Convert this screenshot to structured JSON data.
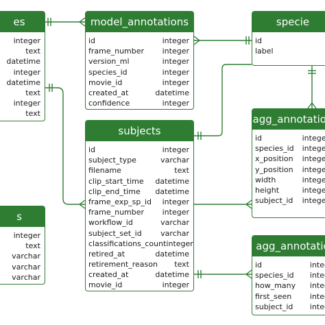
{
  "tables": {
    "left_top": {
      "title": "es",
      "rows": [
        {
          "name": "",
          "type": "integer"
        },
        {
          "name": "",
          "type": "text"
        },
        {
          "name": "",
          "type": "datetime"
        },
        {
          "name": "",
          "type": "integer"
        },
        {
          "name": "",
          "type": "datetime"
        },
        {
          "name": "",
          "type": "text"
        },
        {
          "name": "",
          "type": "integer"
        },
        {
          "name": "",
          "type": "text"
        }
      ]
    },
    "model_annotations": {
      "title": "model_annotations",
      "rows": [
        {
          "name": "id",
          "type": "integer"
        },
        {
          "name": "frame_number",
          "type": "integer"
        },
        {
          "name": "version_ml",
          "type": "integer"
        },
        {
          "name": "species_id",
          "type": "integer"
        },
        {
          "name": "movie_id",
          "type": "integer"
        },
        {
          "name": "created_at",
          "type": "datetime"
        },
        {
          "name": "confidence",
          "type": "integer"
        }
      ]
    },
    "species": {
      "title": "specie",
      "rows": [
        {
          "name": "id",
          "type": ""
        },
        {
          "name": "label",
          "type": ""
        }
      ]
    },
    "subjects": {
      "title": "subjects",
      "rows": [
        {
          "name": "id",
          "type": "integer"
        },
        {
          "name": "subject_type",
          "type": "varchar"
        },
        {
          "name": "filename",
          "type": "text"
        },
        {
          "name": "clip_start_time",
          "type": "datetime"
        },
        {
          "name": "clip_end_time",
          "type": "datetime"
        },
        {
          "name": "frame_exp_sp_id",
          "type": "integer"
        },
        {
          "name": "frame_number",
          "type": "integer"
        },
        {
          "name": "workflow_id",
          "type": "varchar"
        },
        {
          "name": "subject_set_id",
          "type": "varchar"
        },
        {
          "name": "classifications_count",
          "type": "integer"
        },
        {
          "name": "retired_at",
          "type": "datetime"
        },
        {
          "name": "retirement_reason",
          "type": "text"
        },
        {
          "name": "created_at",
          "type": "datetime"
        },
        {
          "name": "movie_id",
          "type": "integer"
        }
      ]
    },
    "agg_annotations_frame": {
      "title": "agg_annotation",
      "rows": [
        {
          "name": "id",
          "type": "integer"
        },
        {
          "name": "species_id",
          "type": "integer"
        },
        {
          "name": "x_position",
          "type": "integer"
        },
        {
          "name": "y_position",
          "type": "integer"
        },
        {
          "name": "width",
          "type": "integer"
        },
        {
          "name": "height",
          "type": "integer"
        },
        {
          "name": "subject_id",
          "type": "integer"
        }
      ]
    },
    "left_bottom": {
      "title": "s",
      "rows": [
        {
          "name": "",
          "type": "integer"
        },
        {
          "name": "",
          "type": "text"
        },
        {
          "name": "",
          "type": "varchar"
        },
        {
          "name": "",
          "type": "varchar"
        },
        {
          "name": "",
          "type": "varchar"
        }
      ]
    },
    "agg_annotations_clip": {
      "title": "agg_annotatio",
      "rows": [
        {
          "name": "id",
          "type": "integ"
        },
        {
          "name": "species_id",
          "type": "integ"
        },
        {
          "name": "how_many",
          "type": "integ"
        },
        {
          "name": "first_seen",
          "type": "integ"
        },
        {
          "name": "subject_id",
          "type": "integ"
        }
      ]
    }
  },
  "colors": {
    "accent": "#2e7d32",
    "header_text": "#ffffff"
  }
}
